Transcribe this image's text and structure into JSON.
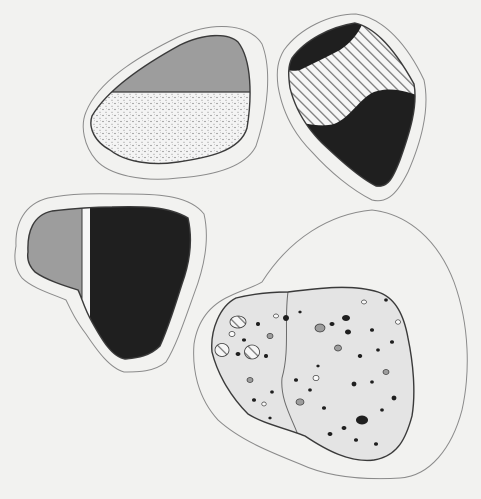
{
  "figure": {
    "colors": {
      "paper": "#f2f2f0",
      "outline": "#3a3a3a",
      "light_outline": "#8a8a8a",
      "gray": "#9d9d9d",
      "dark": "#1f1f1f",
      "stipple_bg": "#f4f4f4",
      "stipple_dot": "#6a6a6a",
      "hatch": "#7a7a7a",
      "speckled_bg": "#e4e4e4"
    },
    "fragments": [
      {
        "id": "top-left",
        "fills": [
          "gray",
          "stippled"
        ]
      },
      {
        "id": "top-right",
        "fills": [
          "dark",
          "hatched"
        ]
      },
      {
        "id": "middle-left",
        "fills": [
          "gray",
          "white",
          "dark"
        ]
      },
      {
        "id": "bottom-right",
        "fills": [
          "speckled"
        ]
      }
    ]
  }
}
